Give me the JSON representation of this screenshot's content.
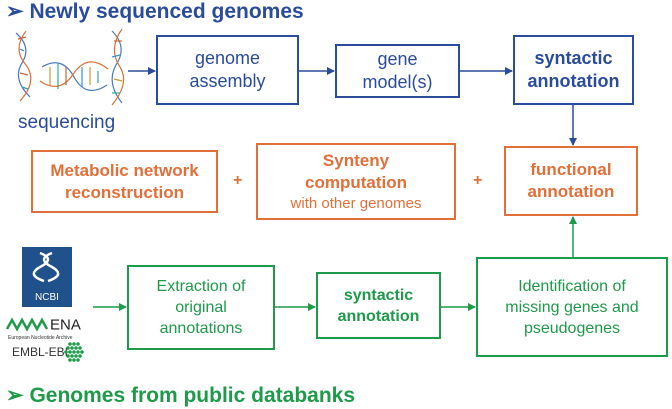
{
  "headings": {
    "top": "Newly sequenced genomes",
    "bottom": "Genomes from public databanks"
  },
  "top_row": {
    "sequencing_label": "sequencing",
    "genome_assembly": [
      "genome",
      "assembly"
    ],
    "gene_models": [
      "gene",
      "model(s)"
    ],
    "syntactic_annotation": [
      "syntactic",
      "annotation"
    ]
  },
  "middle_row": {
    "metabolic": [
      "Metabolic network",
      "reconstruction"
    ],
    "synteny": [
      "Synteny",
      "computation"
    ],
    "synteny_sub": "with other genomes",
    "functional": [
      "functional",
      "annotation"
    ],
    "plus": "+"
  },
  "bottom_row": {
    "extraction": [
      "Extraction of",
      "original",
      "annotations"
    ],
    "syntactic_annotation": [
      "syntactic",
      "annotation"
    ],
    "identification": [
      "Identification of",
      "missing genes and",
      "pseudogenes"
    ]
  },
  "logos": {
    "ncbi": "NCBI",
    "ena": "ENA",
    "ena_sub": "European Nucleotide Archive",
    "embl": "EMBL-EBI"
  },
  "colors": {
    "blue": "#2b4c9b",
    "orange": "#e0703a",
    "green": "#1f9a4a",
    "ncbi": "#20518a"
  }
}
